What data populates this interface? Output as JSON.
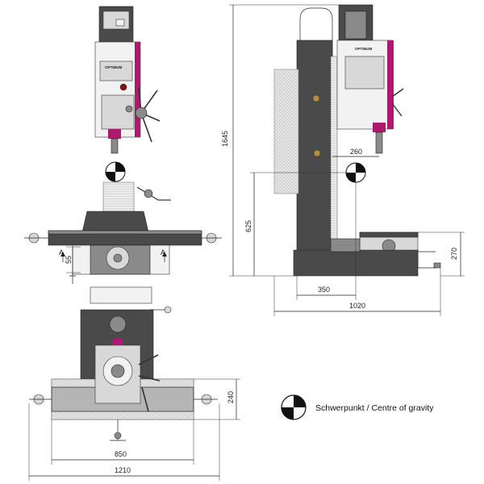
{
  "dimensions": {
    "height_total": "1645",
    "spindle_to_column": "260",
    "cog_height": "625",
    "table_height": "270",
    "cog_horizontal": "350",
    "depth_total": "1020",
    "width_total": "1210",
    "table_travel": "850",
    "table_depth": "240",
    "slot_spacing": "55",
    "section_label": "A"
  },
  "brand_text": "OPTIMUM",
  "legend": {
    "label": "Schwerpunkt / Centre of gravity",
    "icon": "centre-of-gravity-icon"
  },
  "colors": {
    "accent": "#b0186f",
    "machine_dark": "#4a4a4a",
    "machine_light": "#d8d8d8"
  }
}
